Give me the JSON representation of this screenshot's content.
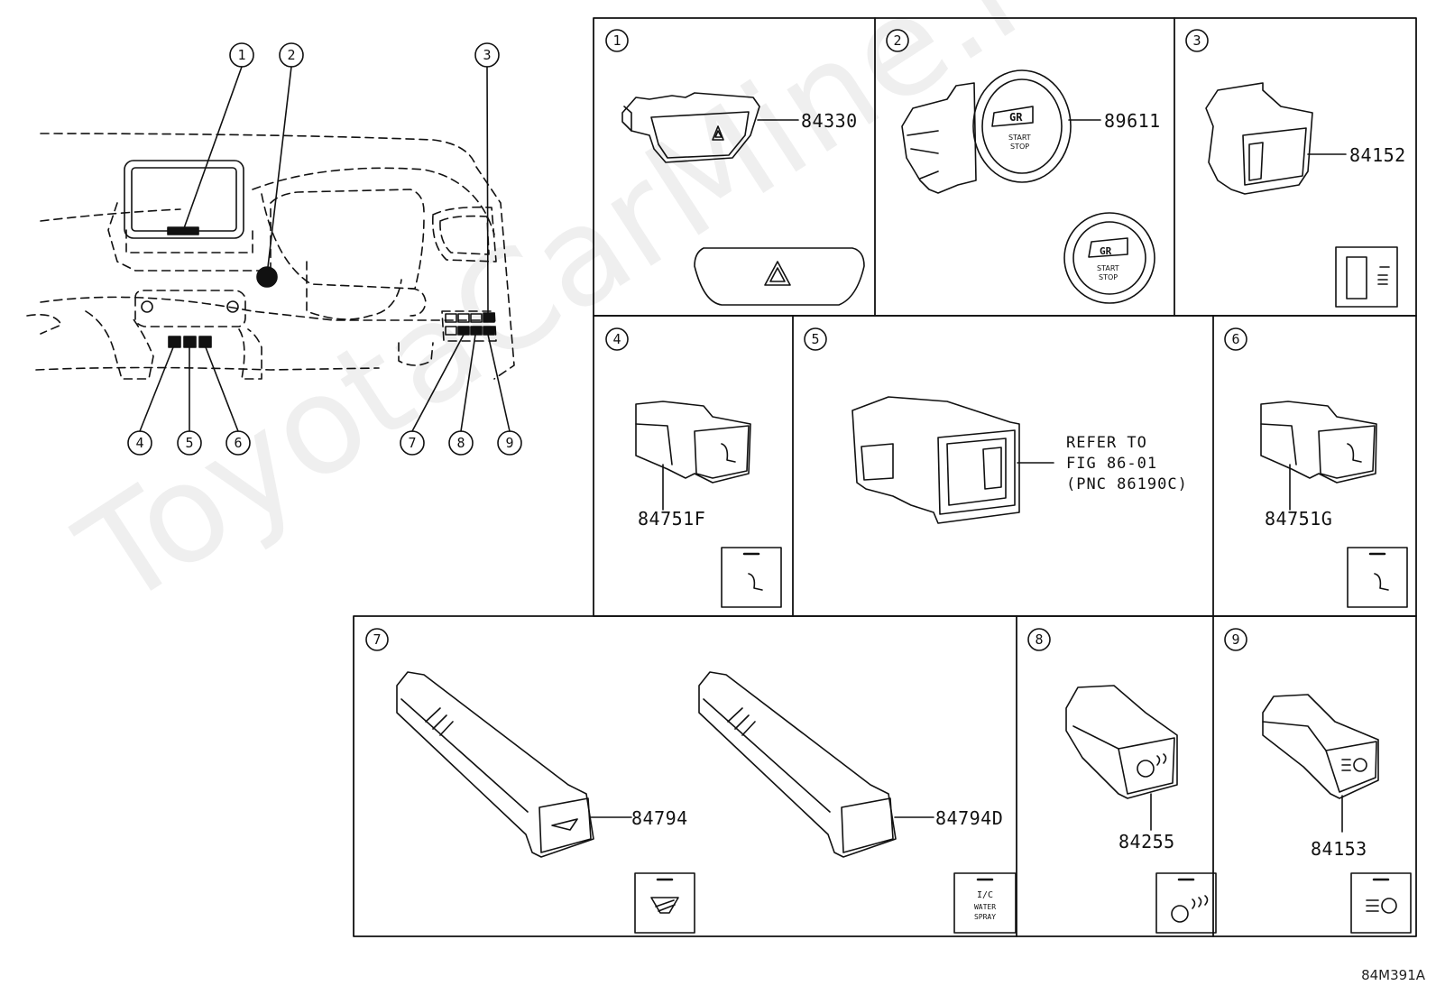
{
  "watermark": "ToyotaCarMine.ru",
  "diagram_code": "84M391A",
  "overview_callouts": [
    "1",
    "2",
    "3",
    "4",
    "5",
    "6",
    "7",
    "8",
    "9"
  ],
  "panels": [
    {
      "num": "1",
      "part": "84330"
    },
    {
      "num": "2",
      "part": "89611",
      "button_text": [
        "START",
        "STOP"
      ],
      "logo": "GR"
    },
    {
      "num": "3",
      "part": "84152"
    },
    {
      "num": "4",
      "part": "84751F"
    },
    {
      "num": "5",
      "note": [
        "REFER TO",
        "FIG 86-01",
        "(PNC 86190C)"
      ]
    },
    {
      "num": "6",
      "part": "84751G"
    },
    {
      "num": "7",
      "parts": [
        "84794",
        "84794D"
      ],
      "icon_text": [
        "I/C",
        "WATER",
        "SPRAY"
      ]
    },
    {
      "num": "8",
      "part": "84255"
    },
    {
      "num": "9",
      "part": "84153"
    }
  ]
}
